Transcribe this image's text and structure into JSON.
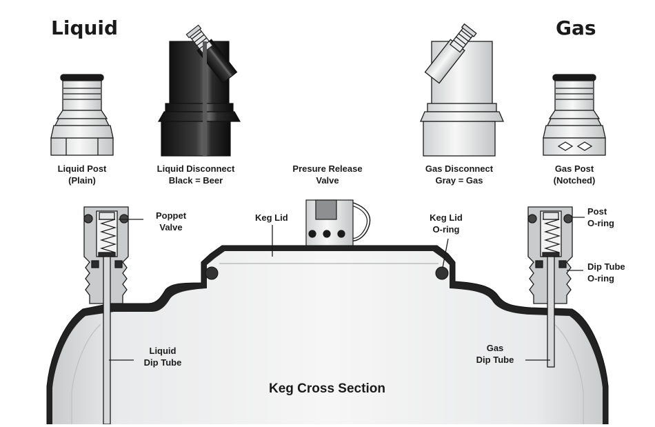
{
  "headings": {
    "liquid": "Liquid",
    "gas": "Gas"
  },
  "parts": {
    "liquid_post": {
      "line1": "Liquid Post",
      "line2": "(Plain)"
    },
    "liquid_disconnect": {
      "line1": "Liquid Disconnect",
      "line2": "Black = Beer"
    },
    "pressure_valve": {
      "line1": "Presure Release",
      "line2": "Valve"
    },
    "gas_disconnect": {
      "line1": "Gas Disconnect",
      "line2": "Gray = Gas"
    },
    "gas_post": {
      "line1": "Gas Post",
      "line2": "(Notched)"
    }
  },
  "callouts": {
    "poppet_valve": {
      "line1": "Poppet",
      "line2": "Valve"
    },
    "keg_lid": {
      "line1": "Keg Lid"
    },
    "keg_lid_oring": {
      "line1": "Keg Lid",
      "line2": "O-ring"
    },
    "post_oring": {
      "line1": "Post",
      "line2": "O-ring"
    },
    "dip_tube_oring": {
      "line1": "Dip Tube",
      "line2": "O-ring"
    },
    "liquid_dip_tube": {
      "line1": "Liquid",
      "line2": "Dip Tube"
    },
    "gas_dip_tube": {
      "line1": "Gas",
      "line2": "Dip Tube"
    }
  },
  "section_title": "Keg Cross Section",
  "colors": {
    "outline": "#1a1a1a",
    "light_fill": "#eceded",
    "mid_fill": "#c9cbcc",
    "dark_fill": "#2b2b2b",
    "background": "#ffffff"
  }
}
